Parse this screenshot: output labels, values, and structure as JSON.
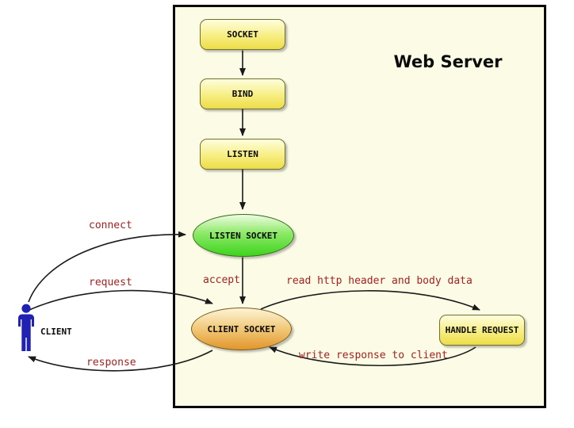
{
  "title": "Web Server",
  "nodes": {
    "socket": "SOCKET",
    "bind": "BIND",
    "listen": "LISTEN",
    "listen_socket": "LISTEN SOCKET",
    "client_socket": "CLIENT SOCKET",
    "handle_request": "HANDLE REQUEST"
  },
  "actor": {
    "label": "CLIENT"
  },
  "edge_labels": {
    "connect": "connect",
    "request": "request",
    "response": "response",
    "accept": "accept",
    "read_http": "read http header and body data",
    "write_response": "write response to client"
  },
  "colors": {
    "panel_bg": "#FBFBE6",
    "panel_border": "#0a0a0a",
    "box_yellow_top": "#FEFEDE",
    "box_yellow_bottom": "#EDDC48",
    "ellipse_green_top": "#EFFCE3",
    "ellipse_green_bottom": "#3ED41D",
    "ellipse_orange_top": "#FDF4D6",
    "ellipse_orange_bottom": "#E2962A",
    "edge_label_red": "#A42222",
    "actor_blue": "#2121B3",
    "arrow_black": "#1a1a1a"
  }
}
